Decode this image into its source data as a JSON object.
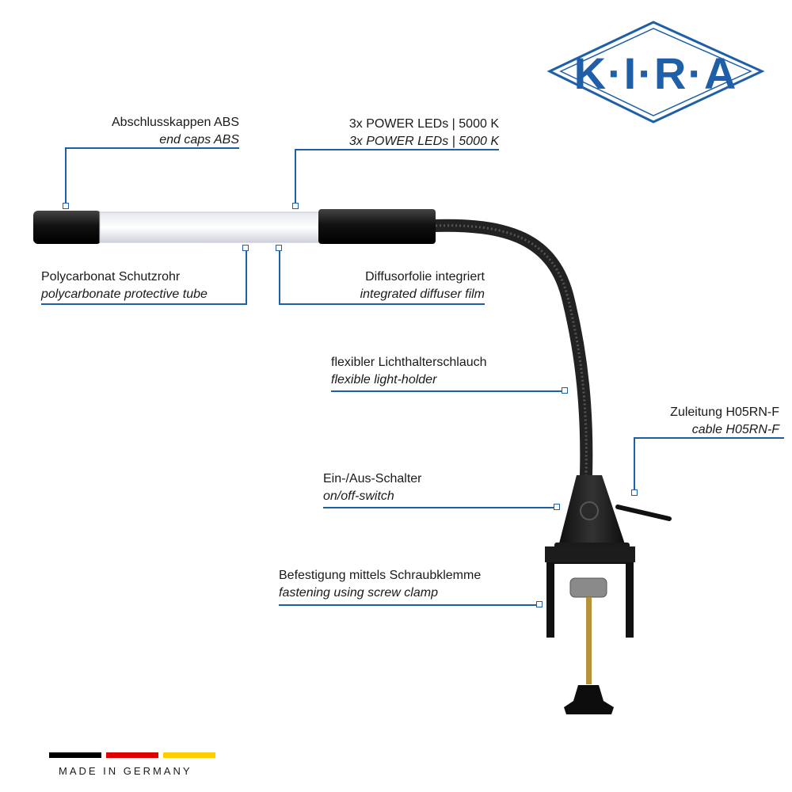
{
  "logo": {
    "text": "K·I·R·A",
    "color": "#1f5fa8"
  },
  "annotations": {
    "end_caps": {
      "de": "Abschlusskappen ABS",
      "en": "end caps ABS"
    },
    "leds": {
      "de": "3x POWER LEDs | 5000 K",
      "en": "3x POWER LEDs | 5000 K"
    },
    "tube": {
      "de": "Polycarbonat Schutzrohr",
      "en": "polycarbonate protective tube"
    },
    "diffuser": {
      "de": "Diffusorfolie integriert",
      "en": "integrated diffuser film"
    },
    "gooseneck": {
      "de": "flexibler Lichthalterschlauch",
      "en": "flexible light-holder"
    },
    "cable": {
      "de": "Zuleitung H05RN-F",
      "en": "cable H05RN-F"
    },
    "switch": {
      "de": "Ein-/Aus-Schalter",
      "en": "on/off-switch"
    },
    "clamp": {
      "de": "Befestigung mittels Schraubklemme",
      "en": "fastening using screw clamp"
    }
  },
  "footer": {
    "made_in": "MADE IN GERMANY",
    "flag_colors": [
      "#000000",
      "#dd0000",
      "#ffce00"
    ]
  },
  "colors": {
    "accent": "#1f5fa8"
  }
}
